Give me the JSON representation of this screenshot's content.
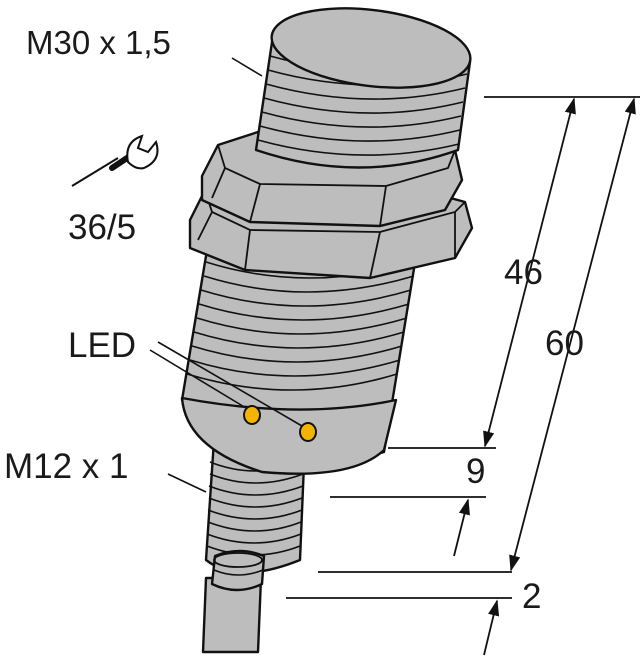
{
  "labels": {
    "thread_main": "M30 x 1,5",
    "wrench_size": "36/5",
    "led": "LED",
    "thread_connector": "M12 x 1"
  },
  "dimensions": {
    "dim_46": "46",
    "dim_60": "60",
    "dim_9": "9",
    "dim_2": "2"
  },
  "colors": {
    "body": "#bdbdbd",
    "outline": "#111111",
    "led": "#f2b400"
  },
  "icons": {
    "wrench": "wrench-icon"
  }
}
